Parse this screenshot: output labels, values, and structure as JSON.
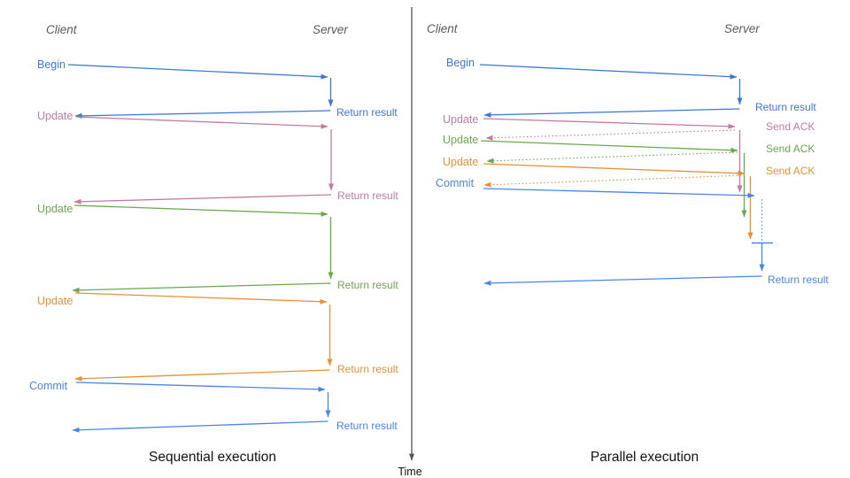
{
  "panels": {
    "sequential": {
      "client_header": "Client",
      "server_header": "Server",
      "title": "Sequential execution",
      "steps": [
        {
          "request": "Begin",
          "response": "Return result"
        },
        {
          "request": "Update",
          "response": "Return result"
        },
        {
          "request": "Update",
          "response": "Return result"
        },
        {
          "request": "Update",
          "response": "Return result"
        },
        {
          "request": "Commit",
          "response": "Return result"
        }
      ]
    },
    "parallel": {
      "client_header": "Client",
      "server_header": "Server",
      "title": "Parallel execution",
      "steps": [
        {
          "request": "Begin",
          "response": "Return result"
        },
        {
          "request": "Update",
          "response": "Send ACK"
        },
        {
          "request": "Update",
          "response": "Send ACK"
        },
        {
          "request": "Update",
          "response": "Send ACK"
        },
        {
          "request": "Commit",
          "response": "Return result"
        }
      ]
    }
  },
  "time_axis": {
    "label": "Time"
  },
  "colors": {
    "blue_begin": "#3c78d8",
    "blue_commit": "#4a86e8",
    "pink": "#c27ba0",
    "green": "#6aa84f",
    "orange": "#e69138",
    "axis": "#555555",
    "header_text": "#595959",
    "title_text": "#111111"
  }
}
